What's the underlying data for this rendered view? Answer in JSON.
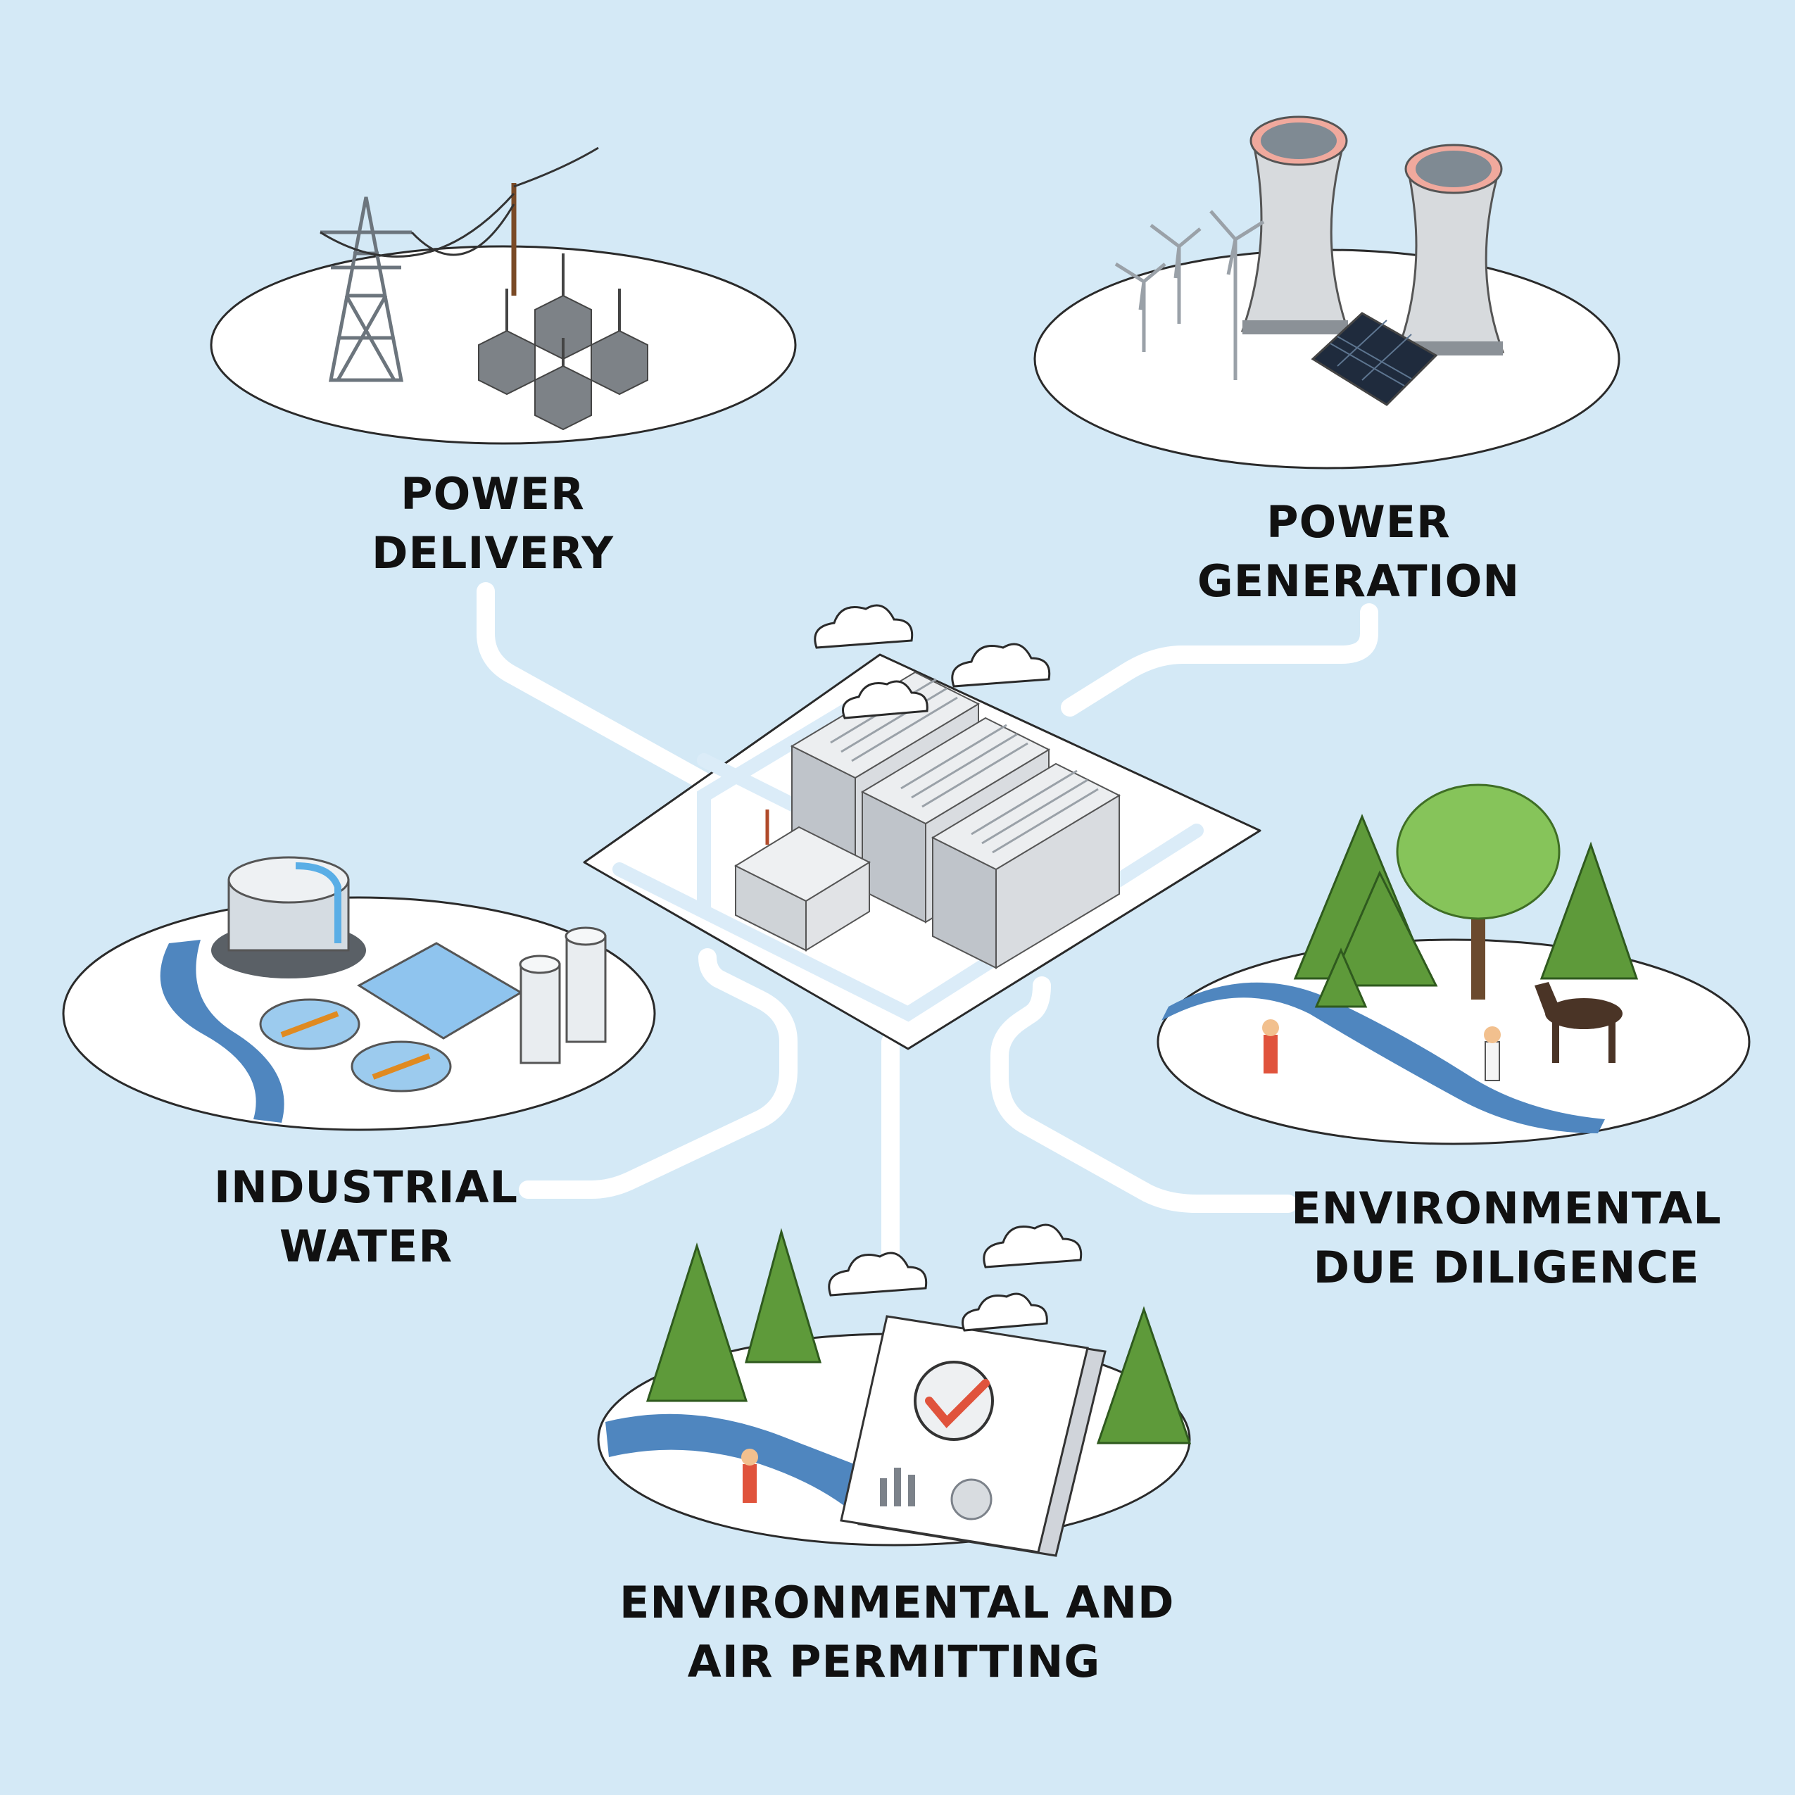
{
  "colors": {
    "background": "#d4e9f6",
    "island": "#ffffff",
    "island_outline": "#2a2a2a",
    "connector": "#ffffff",
    "river": "#4f86bf",
    "tree": "#5e9a3a",
    "building": "#e3e5e8",
    "accent_red": "#e0533c",
    "label_text": "#111111"
  },
  "hub": {
    "name": "data-center-campus"
  },
  "nodes": [
    {
      "id": "power-delivery",
      "lines": [
        "POWER",
        "DELIVERY"
      ]
    },
    {
      "id": "power-generation",
      "lines": [
        "POWER",
        "GENERATION"
      ]
    },
    {
      "id": "industrial-water",
      "lines": [
        "INDUSTRIAL",
        "WATER"
      ]
    },
    {
      "id": "environmental-due-diligence",
      "lines": [
        "ENVIRONMENTAL",
        "DUE DILIGENCE"
      ]
    },
    {
      "id": "environmental-air-permitting",
      "lines": [
        "ENVIRONMENTAL AND",
        "AIR PERMITTING"
      ]
    }
  ]
}
